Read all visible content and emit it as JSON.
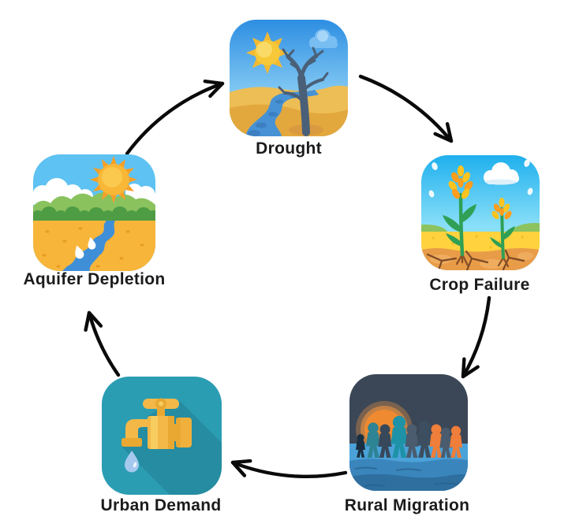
{
  "diagram": {
    "type": "cycle",
    "direction": "clockwise",
    "background_color": "#ffffff",
    "arrow_color": "#0a0a0a",
    "label_color": "#1b1b1b",
    "nodes": [
      {
        "id": "drought",
        "label": "Drought",
        "icon": "drought-dead-tree-river-icon",
        "colors": {
          "sky": "#2e8ee2",
          "sun": "#f7c838",
          "sand": "#edbe55",
          "river": "#4792d4",
          "tree": "#4a6078"
        }
      },
      {
        "id": "crop-failure",
        "label": "Crop Failure",
        "icon": "wilting-crops-cracked-soil-icon",
        "colors": {
          "sky": "#1fb0ee",
          "field": "#ffd23e",
          "soil": "#e89c48",
          "crack": "#7c4a26",
          "stem": "#2fa055",
          "grain_yellow": "#ffc41e",
          "grain_orange": "#ff9e1e"
        }
      },
      {
        "id": "rural-migration",
        "label": "Rural Migration",
        "icon": "migrating-people-sunset-icon",
        "colors": {
          "night_sky": "#3b4756",
          "sun": "#ef8a30",
          "water": "#4ba2d8",
          "figure_teal": "#1e93a8",
          "figure_slate": "#4a5c6e",
          "figure_orange": "#ee7e3a"
        }
      },
      {
        "id": "urban-demand",
        "label": "Urban Demand",
        "icon": "water-tap-drop-icon",
        "colors": {
          "background": "#2b9db3",
          "tap": "#f4b848",
          "tap_shade": "#e8a832",
          "drop": "#a5c9ee"
        }
      },
      {
        "id": "aquifer-depletion",
        "label": "Aquifer Depletion",
        "icon": "drying-river-landscape-icon",
        "colors": {
          "sky": "#5ec2f2",
          "sun": "#f8b737",
          "hills": "#8ac25e",
          "bushes": "#4e9c44",
          "field": "#f7b53a",
          "river": "#3e8fd8"
        }
      }
    ],
    "edges": [
      {
        "from": "Drought",
        "to": "Crop Failure"
      },
      {
        "from": "Crop Failure",
        "to": "Rural Migration"
      },
      {
        "from": "Rural Migration",
        "to": "Urban Demand"
      },
      {
        "from": "Urban Demand",
        "to": "Aquifer Depletion"
      },
      {
        "from": "Aquifer Depletion",
        "to": "Drought"
      }
    ]
  }
}
